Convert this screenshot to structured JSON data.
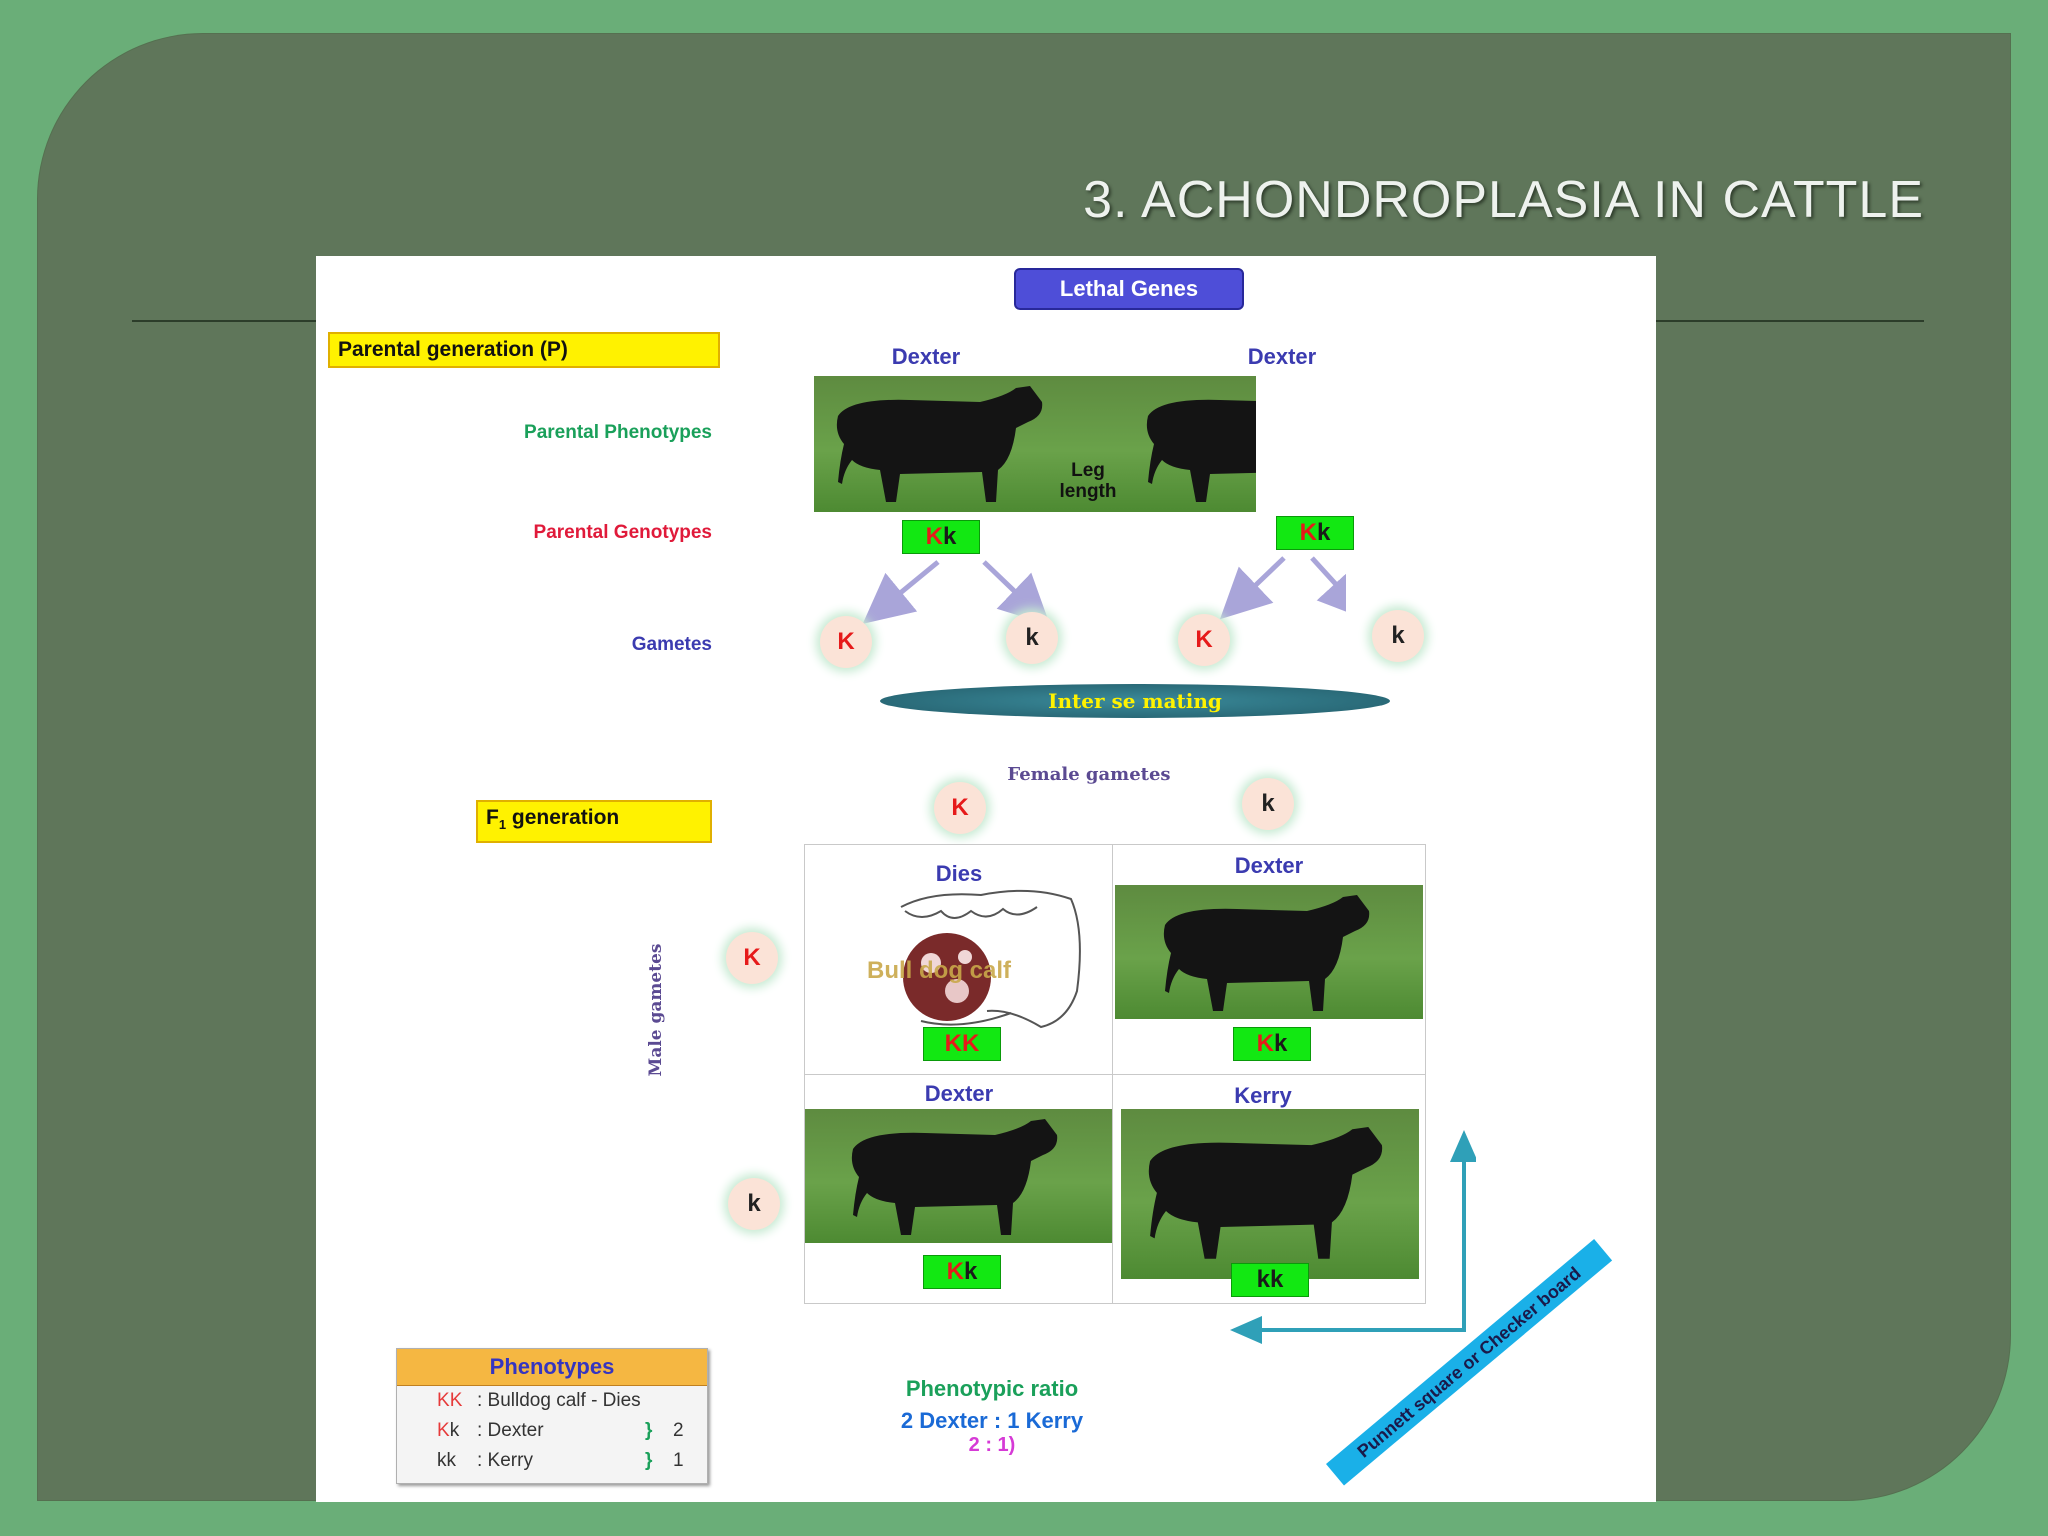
{
  "slide": {
    "title": "3. ACHONDROPLASIA IN CATTLE"
  },
  "diagram": {
    "lethal_label": "Lethal Genes",
    "parental_generation_label": "Parental generation (P)",
    "parental_phenotypes_label": "Parental Phenotypes",
    "parental_genotypes_label": "Parental Genotypes",
    "gametes_label": "Gametes",
    "parents": [
      {
        "name": "Dexter",
        "genotype_upper": "K",
        "genotype_lower": "k"
      },
      {
        "name": "Dexter",
        "genotype_upper": "K",
        "genotype_lower": "k"
      }
    ],
    "leg_length_label_1": "Leg",
    "leg_length_label_2": "length",
    "parent_gametes": [
      "K",
      "k",
      "K",
      "k"
    ],
    "inter_se_mating_label": "Inter se mating",
    "f1_prefix": "F",
    "f1_sub": "1",
    "f1_suffix": " generation",
    "female_gametes_label": "Female gametes",
    "male_gametes_label": "Male gametes",
    "female_gametes": [
      "K",
      "k"
    ],
    "male_gametes": [
      "K",
      "k"
    ],
    "cells": [
      {
        "name": "Dies",
        "genotype_a": "K",
        "genotype_b": "K",
        "note": "Bull dog calf"
      },
      {
        "name": "Dexter",
        "genotype_a": "K",
        "genotype_b": "k"
      },
      {
        "name": "Dexter",
        "genotype_a": "K",
        "genotype_b": "k"
      },
      {
        "name": "Kerry",
        "genotype_a": "k",
        "genotype_b": "k"
      }
    ],
    "phenotypes_header": "Phenotypes",
    "phenotype_rows": [
      {
        "g1": "K",
        "g2": "K",
        "text": ": Bulldog calf - Dies",
        "count": ""
      },
      {
        "g1": "K",
        "g2": "k",
        "text": ": Dexter",
        "count": "2"
      },
      {
        "g1": "k",
        "g2": "k",
        "text": ": Kerry",
        "count": "1"
      }
    ],
    "phenotypic_ratio_label": "Phenotypic ratio",
    "ratio_line": "2 Dexter : 1 Kerry",
    "ratio_numbers": "2 : 1)",
    "punnett_label": "Punnett square or Checker board",
    "colors": {
      "background": "#6aae78",
      "frame": "#5f765a",
      "highlight_yellow": "#fff200",
      "genotype_green": "#12e812",
      "dominant_red": "#e61a1a",
      "label_blue": "#3b3bb0",
      "label_green": "#1aa05a",
      "label_red": "#e01a3a",
      "arrow_cyan": "#1a9ad6"
    }
  }
}
